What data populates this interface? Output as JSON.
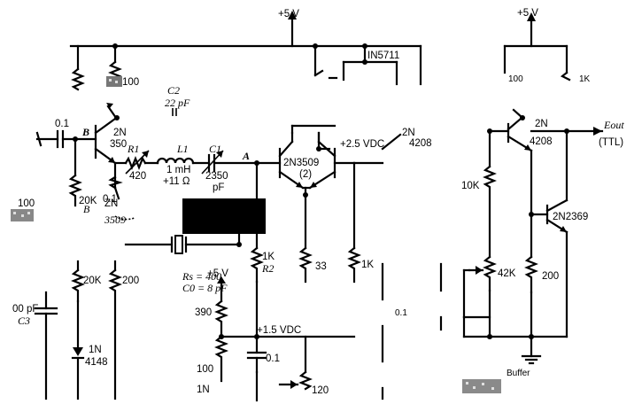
{
  "labels": {
    "vplus_top_left": "+5 V",
    "diode_in5711": "IN5711",
    "r_100_top": "100",
    "c2": "C2",
    "c2_value": "22 pF",
    "c_input": "0.1",
    "node_b": "B",
    "r_20k_left": "20K",
    "node_b_sub": "B",
    "q1_part_a": "2N",
    "q1_part_b": "350",
    "q1_zn": "ZN",
    "q1_01": "0.1",
    "q1_3509": "3509",
    "r1": "R1",
    "r1_value": "420",
    "l1": "L1",
    "l1_value": "1 mH",
    "l1_resistance": "+11 Ω",
    "c1": "C1",
    "c1_value_a": "2350",
    "c1_value_b": "pF",
    "node_a": "A",
    "rs": "Rs = 400",
    "c0": "C0 = 8 pF",
    "q2_part": "2N3509",
    "q2_count": "(2)",
    "vbias_2_5": "+2.5 VDC",
    "q_right_2n": "2N",
    "q_right_4208": "4208",
    "r33": "33",
    "r1k_right": "1K",
    "r2_value": "1K",
    "r2": "R2",
    "vplus_bias": "+5 V",
    "r390": "390",
    "vbias_1_5": "+1.5 VDC",
    "c_mid": "0.1",
    "r100_mid": "100",
    "d1n_mid": "1N",
    "r120": "120",
    "c_right": "0.1",
    "r20k_lower": "20K",
    "r200_lower": "200",
    "c3_value": "00 pF",
    "c3": "C3",
    "d_1n": "1N",
    "d_4148": "4148",
    "r100_left": "100",
    "vplus_top_right": "+5 V",
    "r100_cut": "100",
    "r1k_cut": "1K",
    "buf_q_2n": "2N",
    "buf_q_4208": "4208",
    "e_out": "Eout",
    "ttl": "(TTL)",
    "r10k": "10K",
    "q_2n2369": "2N2369",
    "r42k": "42K",
    "r200_buffer": "200",
    "buffer": "Buffer"
  }
}
